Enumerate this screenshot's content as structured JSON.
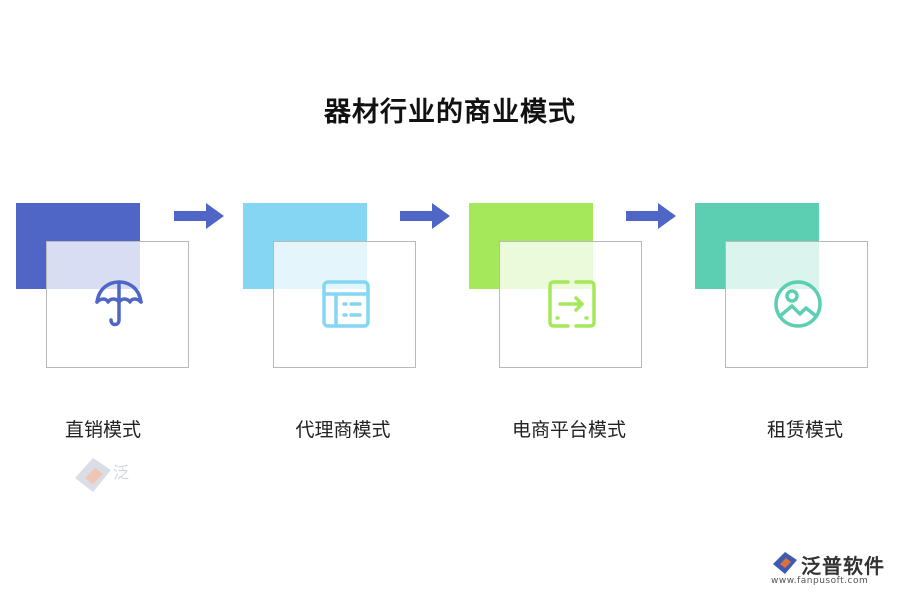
{
  "title": "器材行业的商业模式",
  "steps": [
    {
      "label": "直销模式",
      "color": "#4f66c6",
      "icon": "umbrella-icon",
      "icon_color": "#4f66c6"
    },
    {
      "label": "代理商模式",
      "color": "#84d6f2",
      "icon": "list-icon",
      "icon_color": "#84d6f2"
    },
    {
      "label": "电商平台模式",
      "color": "#a5e85a",
      "icon": "transfer-icon",
      "icon_color": "#a5e85a"
    },
    {
      "label": "租赁模式",
      "color": "#5ccfb2",
      "icon": "image-icon",
      "icon_color": "#5ccfb2"
    }
  ],
  "arrow_color": "#4f66c6",
  "logo": {
    "brand": "泛普软件",
    "url": "www.fanpusoft.com"
  }
}
